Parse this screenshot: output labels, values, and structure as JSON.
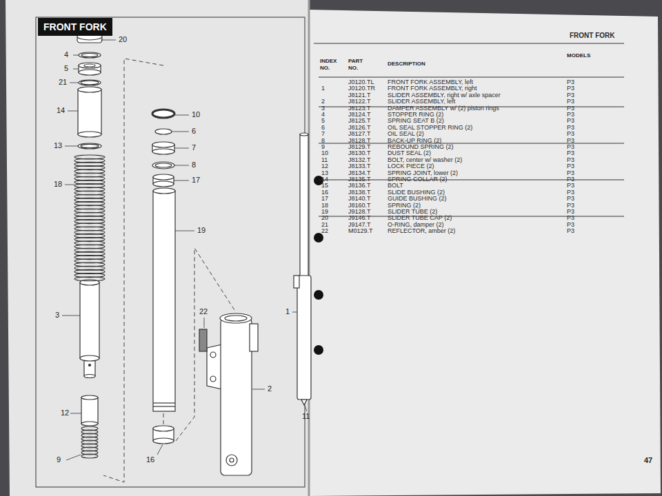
{
  "diagram": {
    "title": "FRONT FORK",
    "labels": [
      "FRONT FORK",
      "INDEX NO.",
      "PART NO.",
      "DESCRIPTION",
      "MODELS",
      "J0120.TL",
      "FRONT FORK ASSEMBLY, left",
      "P3",
      "1",
      "J0120.TR",
      "FRONT FORK ASSEMBLY, right",
      "P3",
      "J8121.T",
      "SLIDER ASSEMBLY, right w/ axle spacer",
      "P3",
      "2",
      "J8122.T",
      "SLIDER ASSEMBLY, left",
      "P3",
      "3",
      "J8123.T",
      "DAMPER ASSEMBLY w/ (2) piston rings",
      "P3",
      "4",
      "J8124.T",
      "STOPPER RING (2)",
      "P3",
      "5",
      "J8125.T",
      "SPRING SEAT B (2)",
      "P3",
      "6",
      "J8126.T",
      "OIL SEAL STOPPER RING (2)",
      "P3",
      "7",
      "J8127.T",
      "OIL SEAL (2)",
      "P3",
      "8",
      "J8128.T",
      "BACK-UP RING (2)",
      "P3",
      "9",
      "J8129.T",
      "REBOUND SPRING (2)",
      "P3",
      "10",
      "J8130.T",
      "DUST SEAL (2)",
      "P3",
      "11",
      "J8132.T",
      "BOLT, center w/ washer (2)",
      "P3",
      "12",
      "J8133.T",
      "LOCK PIECE (2)",
      "P3",
      "13",
      "J8134.T",
      "SPRING JOINT, lower (2)",
      "P3",
      "14",
      "J8135.T",
      "SPRING COLLAR (2)",
      "P3",
      "15",
      "J8136.T",
      "BOLT",
      "P3",
      "16",
      "J8138.T",
      "SLIDE BUSHING (2)",
      "P3",
      "17",
      "J8140.T",
      "GUIDE BUSHING (2)",
      "P3",
      "18",
      "J8160.T",
      "SPRING (2)",
      "P3",
      "19",
      "J9128.T",
      "SLIDER TUBE (2)",
      "P3",
      "20",
      "J9146.T",
      "SLIDER TUBE CAP (2)",
      "P3",
      "21",
      "J9147.T",
      "O-RING, damper (2)",
      "P3",
      "22",
      "M0129.T",
      "REFLECTOR, amber (2)",
      "P3",
      "20",
      "4",
      "5",
      "21",
      "14",
      "13",
      "18",
      "3",
      "12",
      "9",
      "10",
      "6",
      "7",
      "8",
      "17",
      "19",
      "16",
      "22",
      "2",
      "1",
      "11",
      "47"
    ]
  }
}
